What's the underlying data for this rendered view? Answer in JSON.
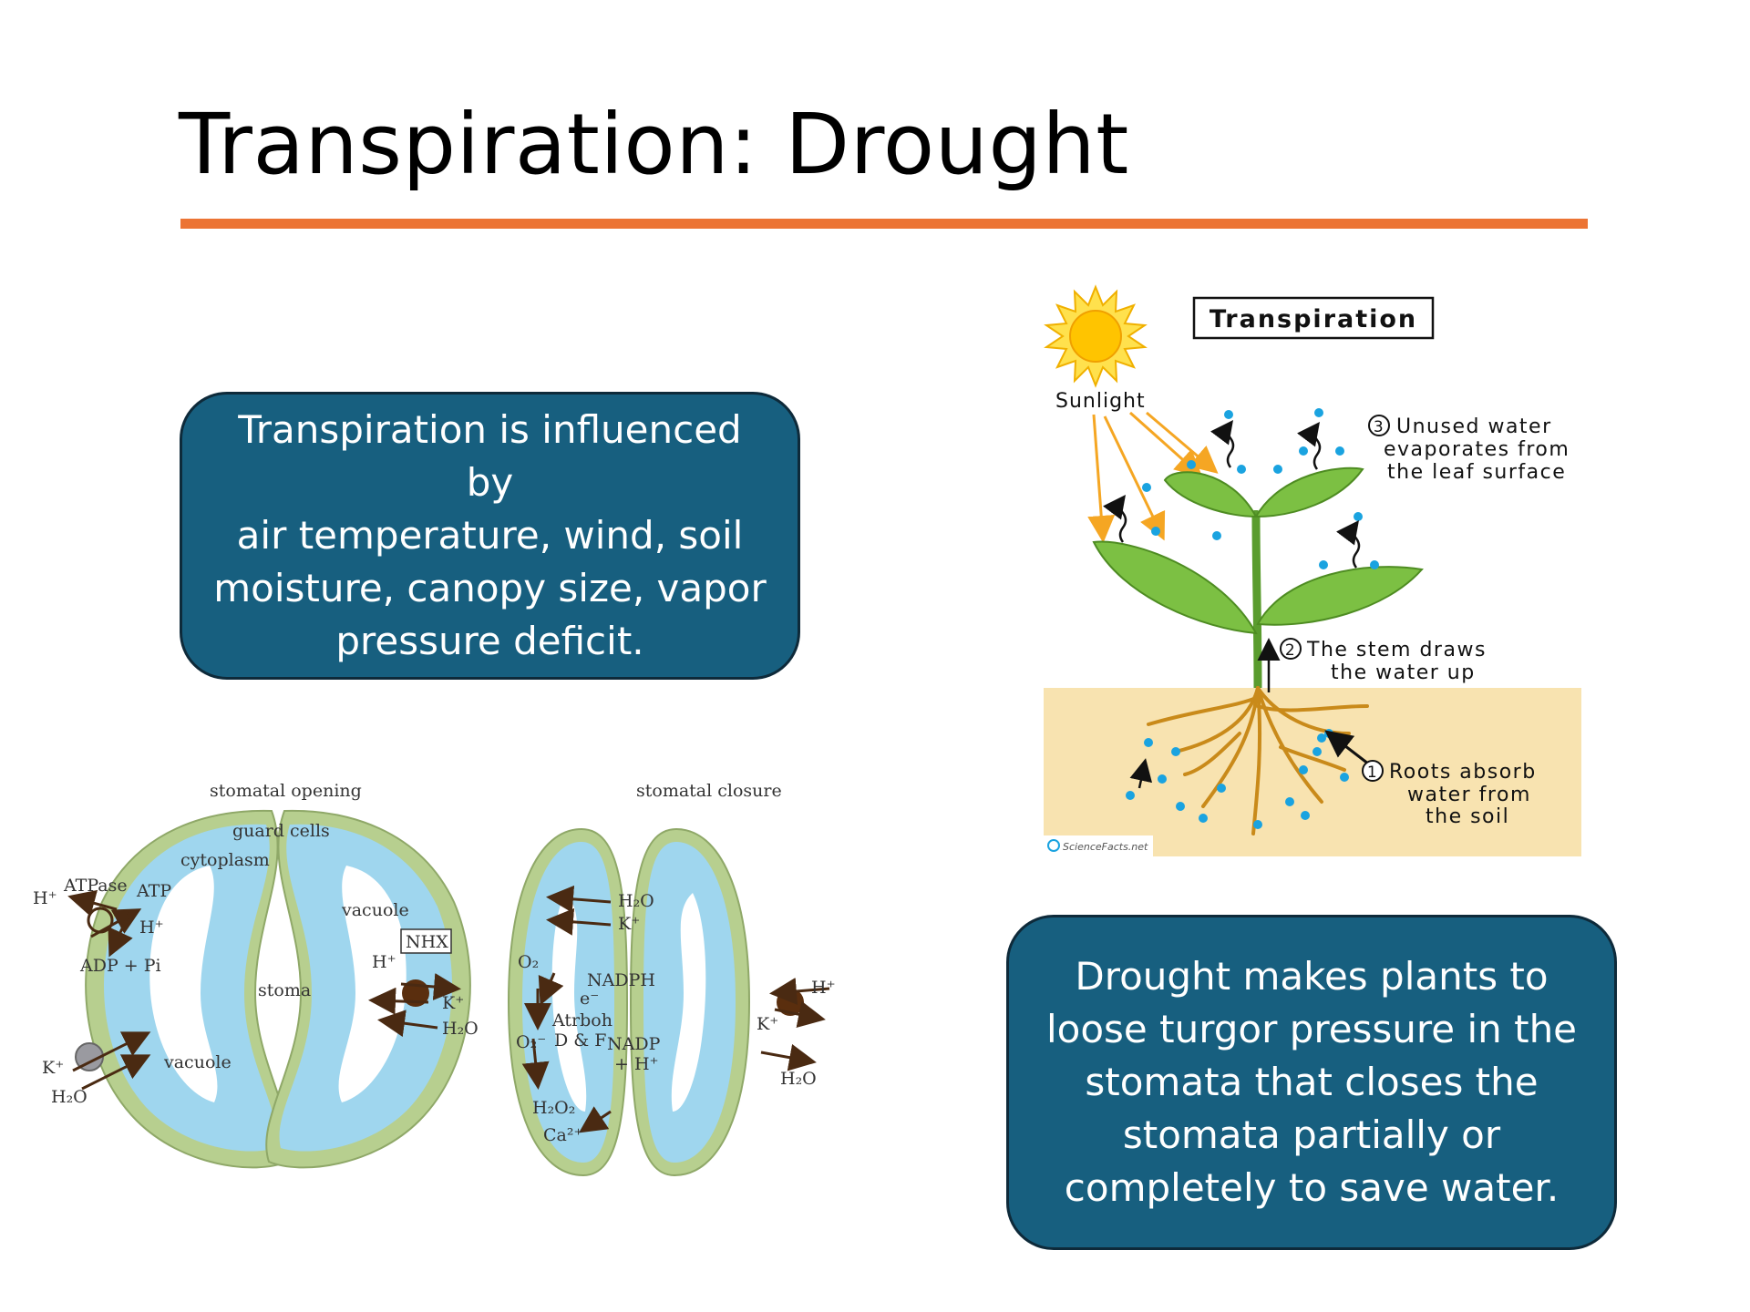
{
  "slide": {
    "title": "Transpiration: Drought",
    "accent_color": "#ec7434",
    "card_color": "#175f7f"
  },
  "card1": {
    "text": "Transpiration is influenced by\nair temperature, wind, soil\nmoisture, canopy size, vapor\npressure deficit."
  },
  "card2": {
    "text": "Drought makes plants to\nloose turgor pressure in the\nstomata that closes the\nstomata partially or\ncompletely to save water."
  },
  "stomata_figure": {
    "opening_label": "stomatal opening",
    "closure_label": "stomatal closure",
    "guard_cells": "guard cells",
    "cytoplasm": "cytoplasm",
    "atpase": "ATPase",
    "atp": "ATP",
    "h_plus": "H⁺",
    "adp_pi": "ADP + Pi",
    "vacuole": "vacuole",
    "stoma": "stoma",
    "nhx": "NHX",
    "k_plus": "K⁺",
    "h2o": "H₂O",
    "o2": "O₂",
    "o2_radical": "O₂⁻",
    "nadph": "NADPH",
    "electron": "e⁻",
    "atrboh": "Atrboh",
    "d_and_f": "D & F",
    "nadp": "NADP",
    "nadp_h": "+ H⁺",
    "h2o2": "H₂O₂",
    "ca2": "Ca²⁺"
  },
  "transpiration_figure": {
    "title": "Transpiration",
    "sunlight": "Sunlight",
    "step3_num": "3",
    "step3_line1": "Unused water",
    "step3_line2": "evaporates from",
    "step3_line3": "the leaf surface",
    "step2_num": "2",
    "step2_line1": "The stem draws",
    "step2_line2": "the water up",
    "step1_num": "1",
    "step1_line1": "Roots absorb",
    "step1_line2": "water from",
    "step1_line3": "the soil",
    "credit": "ScienceFacts.net"
  }
}
